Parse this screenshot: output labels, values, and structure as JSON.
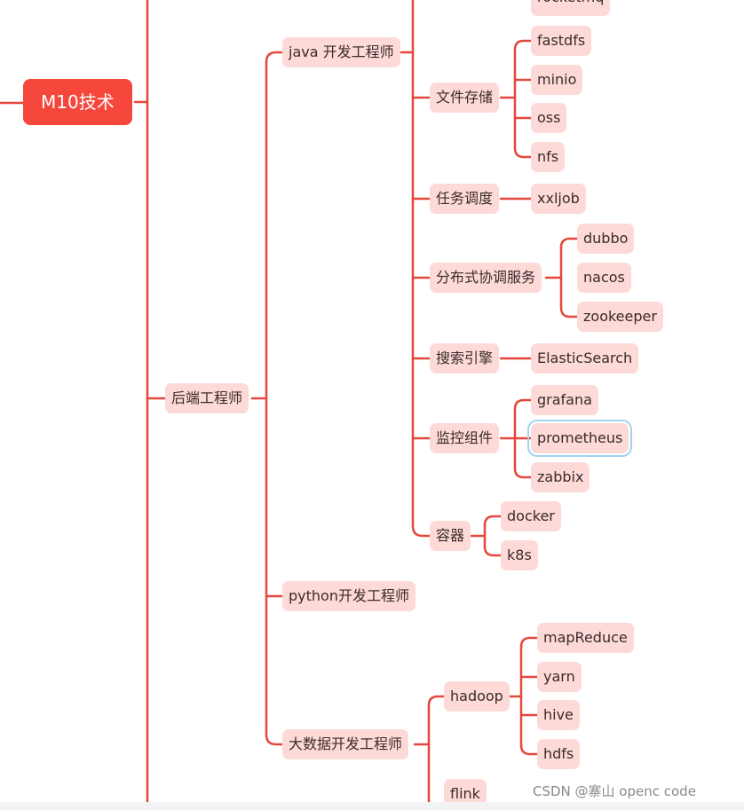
{
  "mindmap": {
    "root": "M10技术",
    "branch": "后端工程师",
    "categories": {
      "java": "java 开发工程师",
      "python": "python开发工程师",
      "bigdata": "大数据开发工程师"
    },
    "java_topics": {
      "rocketmq": "rocketmq",
      "file_storage": "文件存储",
      "task_scheduling": "任务调度",
      "distributed": "分布式协调服务",
      "search": "搜索引擎",
      "monitoring": "监控组件",
      "container": "容器"
    },
    "file_storage_items": [
      "fastdfs",
      "minio",
      "oss",
      "nfs"
    ],
    "task_items": [
      "xxljob"
    ],
    "distributed_items": [
      "dubbo",
      "nacos",
      "zookeeper"
    ],
    "search_items": [
      "ElasticSearch"
    ],
    "monitoring_items": [
      "grafana",
      "prometheus",
      "zabbix"
    ],
    "container_items": [
      "docker",
      "k8s"
    ],
    "bigdata_topics": {
      "hadoop": "hadoop",
      "flink": "flink"
    },
    "hadoop_items": [
      "mapReduce",
      "yarn",
      "hive",
      "hdfs"
    ]
  },
  "watermark": "CSDN @寨山 openc code"
}
